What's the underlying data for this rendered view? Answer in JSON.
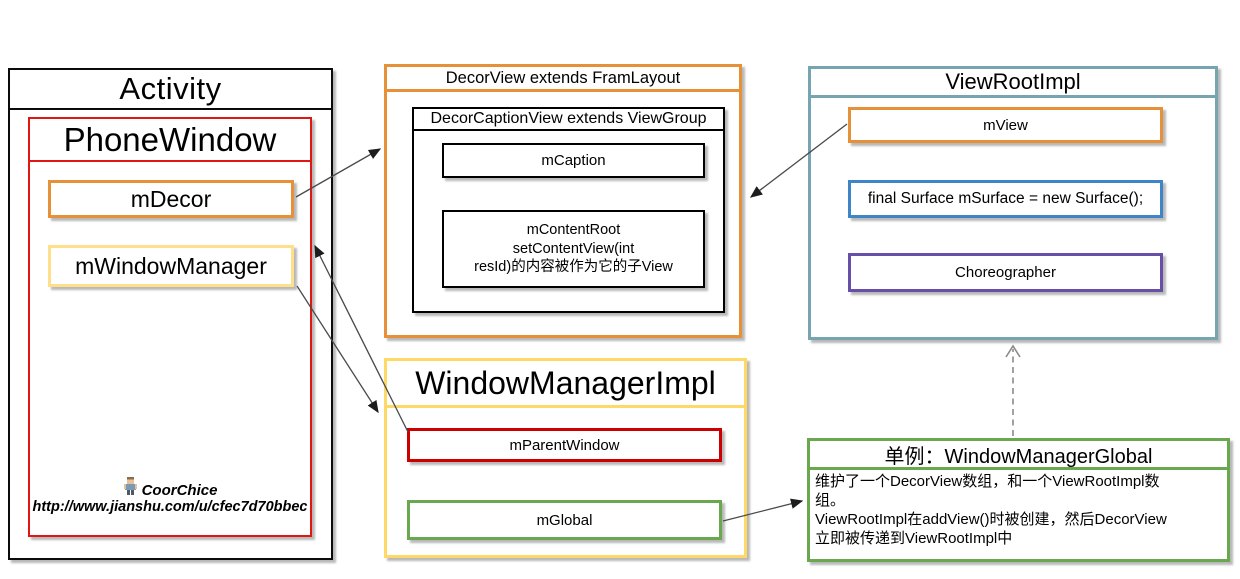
{
  "activity": {
    "title": "Activity",
    "phonewindow": {
      "title": "PhoneWindow",
      "mdecor_label": "mDecor",
      "mwindowmanager_label": "mWindowManager",
      "credit": {
        "name": "CoorChice",
        "url": "http://www.jianshu.com/u/cfec7d70bbec"
      }
    }
  },
  "decorview": {
    "title": "DecorView extends FramLayout",
    "decorcaptionview": {
      "title": "DecorCaptionView extends ViewGroup",
      "mcaption_label": "mCaption",
      "mcontentroot_lines": [
        "mContentRoot",
        "setContentView(int",
        "resId)的内容被作为它的子View"
      ]
    }
  },
  "viewrootimpl": {
    "title": "ViewRootImpl",
    "mview_label": "mView",
    "surface_label": "final Surface mSurface = new Surface();",
    "choreographer_label": "Choreographer"
  },
  "windowmanagerimpl": {
    "title": "WindowManagerImpl",
    "mparentwindow_label": "mParentWindow",
    "mglobal_label": "mGlobal"
  },
  "windowmanagerglobal": {
    "title": "单例：WindowManagerGlobal",
    "body_lines": [
      "维护了一个DecorView数组，和一个ViewRootImpl数",
      "组。",
      "ViewRootImpl在addView()时被创建，然后DecorView",
      "立即被传递到ViewRootImpl中"
    ]
  },
  "relations": [
    {
      "from": "mDecor",
      "to": "DecorView",
      "style": "solid"
    },
    {
      "from": "mView",
      "to": "DecorView",
      "style": "solid"
    },
    {
      "from": "mWindowManager",
      "to": "WindowManagerImpl",
      "style": "solid"
    },
    {
      "from": "mParentWindow",
      "to": "PhoneWindow",
      "style": "solid"
    },
    {
      "from": "mGlobal",
      "to": "WindowManagerGlobal",
      "style": "solid"
    },
    {
      "from": "WindowManagerGlobal",
      "to": "ViewRootImpl",
      "style": "dashed"
    }
  ],
  "colors": {
    "orange": "#E69138",
    "yellow": "#FFD966",
    "light_yellow": "#FFE08A",
    "red": "#CC0000",
    "bright_red": "#DF1712",
    "teal_blue": "#76A5AF",
    "blue": "#3D85C6",
    "purple": "#674EA7",
    "green": "#6AA84F",
    "arrow": "#4A4A4A"
  }
}
